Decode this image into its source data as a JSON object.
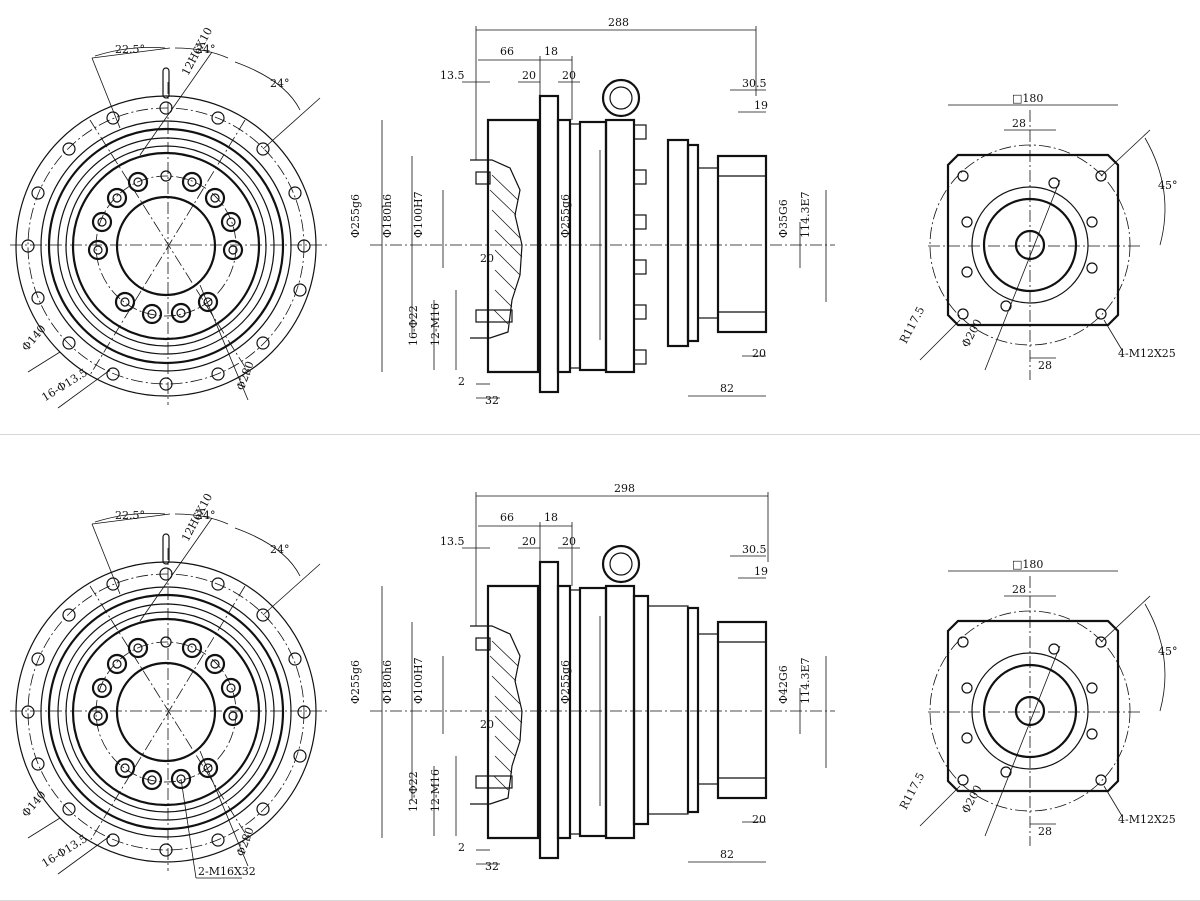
{
  "panels": [
    {
      "front": {
        "angle_22_5": "22.5°",
        "angle_24a": "24°",
        "angle_24b": "24°",
        "pcd_outer": "Φ280",
        "pcd_inner": "Φ140",
        "holes": "16-Φ13.5",
        "tapped": "12H6X10",
        "extra_callout": ""
      },
      "side": {
        "overall_length": "288",
        "d66": "66",
        "d18": "18",
        "d13_5": "13.5",
        "d20a": "20",
        "d20b": "20",
        "d30_5": "30.5",
        "d19": "19",
        "dia_255_left": "Φ255g6",
        "dia_180": "Φ180h6",
        "dia_100": "Φ100H7",
        "d20_inner": "20",
        "dia_255_mid": "Φ255g6",
        "shaft_dia": "Φ35G6",
        "d114": "114.3E7",
        "holes_22": "16-Φ22",
        "m16": "12-M16",
        "d2": "2",
        "d32": "32",
        "d20_right": "20",
        "d82": "82"
      },
      "flange": {
        "square": "□180",
        "d28_top": "28",
        "angle_45": "45°",
        "r117": "R117.5",
        "dia_200": "Φ200",
        "d28_bottom": "28",
        "threads": "4-M12X25"
      }
    },
    {
      "front": {
        "angle_22_5": "22.5°",
        "angle_24a": "24°",
        "angle_24b": "24°",
        "pcd_outer": "Φ280",
        "pcd_inner": "Φ140",
        "holes": "16-Φ13.5",
        "tapped": "12H6X10",
        "extra_callout": "2-M16X32"
      },
      "side": {
        "overall_length": "298",
        "d66": "66",
        "d18": "18",
        "d13_5": "13.5",
        "d20a": "20",
        "d20b": "20",
        "d30_5": "30.5",
        "d19": "19",
        "dia_255_left": "Φ255g6",
        "dia_180": "Φ180h6",
        "dia_100": "Φ100H7",
        "d20_inner": "20",
        "dia_255_mid": "Φ255g6",
        "shaft_dia": "Φ42G6",
        "d114": "114.3E7",
        "holes_22": "12-Φ22",
        "m16": "12-M16",
        "d2": "2",
        "d32": "32",
        "d20_right": "20",
        "d82": "82"
      },
      "flange": {
        "square": "□180",
        "d28_top": "28",
        "angle_45": "45°",
        "r117": "R117.5",
        "dia_200": "Φ200",
        "d28_bottom": "28",
        "threads": "4-M12X25"
      }
    }
  ]
}
